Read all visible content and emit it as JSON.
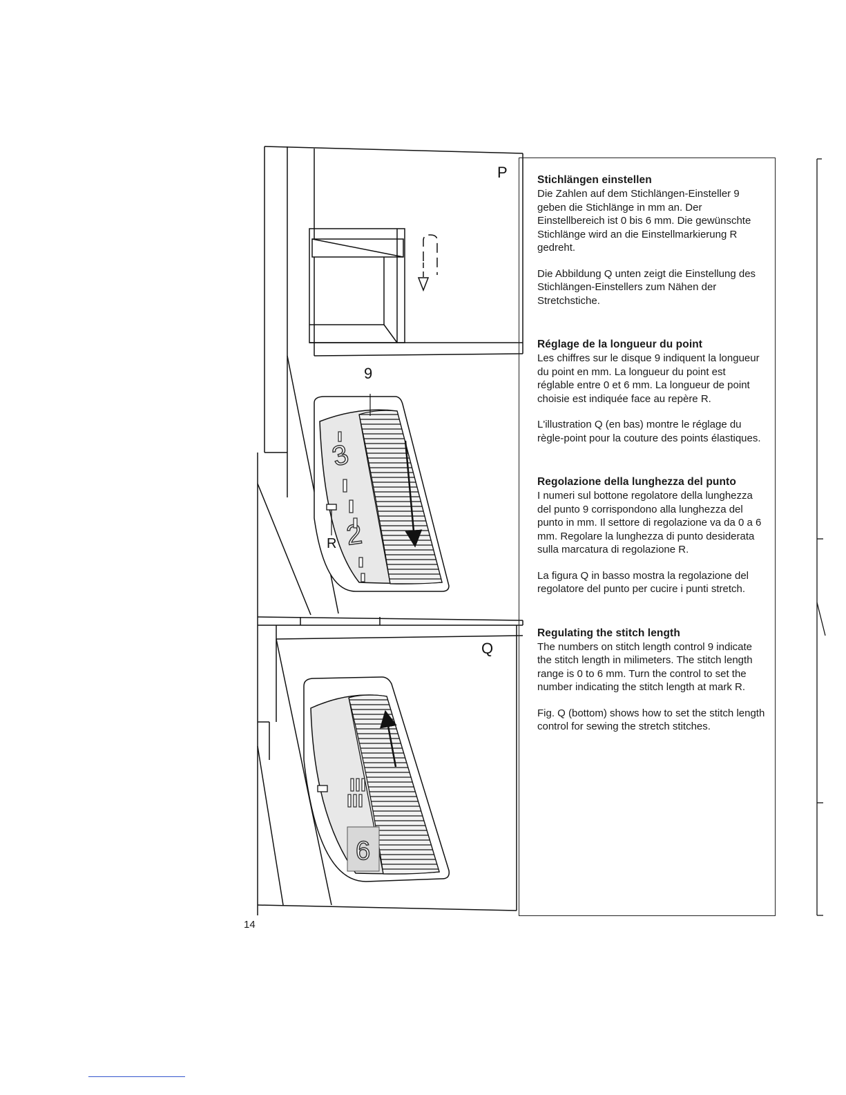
{
  "figures": {
    "label_p": "P",
    "label_q": "Q",
    "label_9": "9",
    "label_r": "R",
    "dial_top_numbers": [
      "3",
      "2"
    ],
    "dial_bottom_number": "6"
  },
  "page_number": "14",
  "sections": {
    "de": {
      "heading": "Stichlängen einstellen",
      "para1": "Die Zahlen auf dem Stichlängen-Einsteller 9 geben die Stichlänge in mm an. Der Einstellbereich ist 0 bis 6 mm. Die gewünschte Stichlänge wird an die Einstellmarkierung R gedreht.",
      "para2": "Die Abbildung Q unten zeigt die Einstellung des Stichlängen-Einstellers zum Nähen der Stretchstiche."
    },
    "fr": {
      "heading": "Réglage de la longueur du point",
      "para1": "Les chiffres sur le disque 9 indiquent la longueur du point en mm. La longueur du point est réglable entre 0 et 6 mm. La longueur de point choisie est indiquée face au repère R.",
      "para2": "L'illustration Q (en bas) montre le réglage du règle-point pour la couture des points élastiques."
    },
    "it": {
      "heading": "Regolazione della lunghezza del punto",
      "para1": "I numeri sul bottone regolatore della lunghezza del punto 9 corrispondono alla lunghezza del punto in mm. Il settore di regolazione va da 0 a 6 mm. Regolare la lunghezza di punto desiderata sulla marcatura di regolazione R.",
      "para2": "La figura Q in basso mostra la regolazione del regolatore del punto per cucire i punti stretch."
    },
    "en": {
      "heading": "Regulating the stitch length",
      "para1": "The numbers on stitch length control 9 indicate the stitch length in milimeters. The stitch length range is 0 to 6 mm. Turn the control to set the number indicating the stitch length at mark R.",
      "para2": "Fig. Q (bottom) shows how to set the stitch length control for sewing the stretch stitches."
    }
  }
}
